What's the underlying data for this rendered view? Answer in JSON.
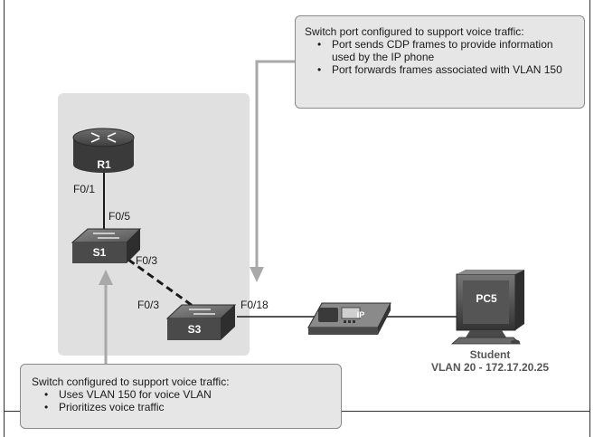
{
  "devices": {
    "router": {
      "name": "R1",
      "port": "F0/1"
    },
    "switch_s1": {
      "name": "S1",
      "port_up": "F0/5",
      "port_down": "F0/3"
    },
    "switch_s3": {
      "name": "S3",
      "port_up": "F0/3",
      "port_right": "F0/18"
    },
    "phone": {
      "label": "IP"
    },
    "pc": {
      "name": "PC5"
    }
  },
  "student": {
    "line1": "Student",
    "line2": "VLAN 20 - 172.17.20.25"
  },
  "callout_port": {
    "title": "Switch port configured to support voice traffic:",
    "bullets": [
      "Port sends CDP frames to provide information used by the IP phone",
      "Port forwards frames associated with VLAN 150"
    ]
  },
  "callout_switch": {
    "title": "Switch configured to support voice traffic:",
    "bullets": [
      "Uses VLAN 150 for voice VLAN",
      "Prioritizes voice traffic"
    ]
  },
  "colors": {
    "zone": "#e0e0e0",
    "device_dark": "#4a4a4a",
    "arrow": "#a9a9a9"
  }
}
